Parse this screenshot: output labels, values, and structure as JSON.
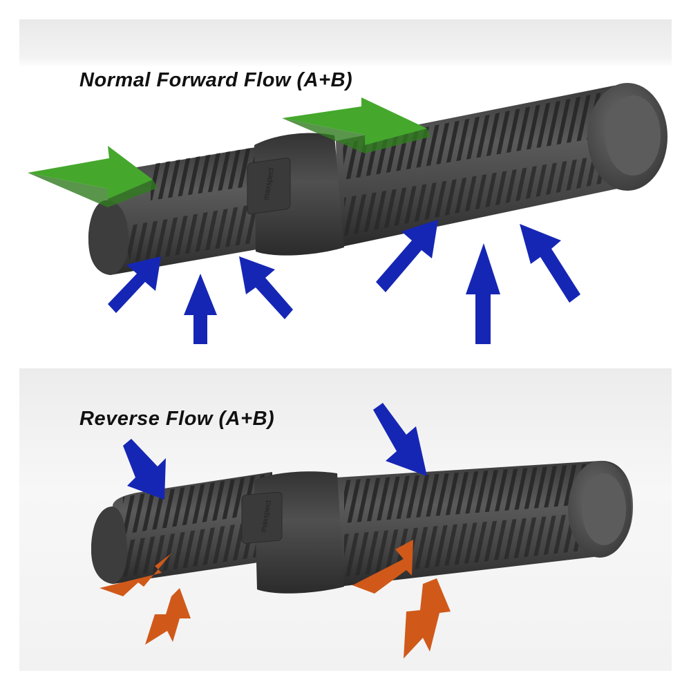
{
  "top": {
    "title": "Normal Forward Flow (A+B)",
    "brand": "maxspect"
  },
  "bottom": {
    "title": "Reverse Flow (A+B)",
    "brand": "maxspect"
  },
  "colors": {
    "outflow_forward": "#3fa62a",
    "intake": "#1323b8",
    "outflow_reverse": "#d05a12",
    "pump_body": "#4a4a4a"
  },
  "icons": {
    "pump": "crossflow-pump-icon",
    "forward_outflow": "green-arrow-icon",
    "intake": "blue-arrow-icon",
    "reverse_outflow": "orange-arrow-icon"
  }
}
